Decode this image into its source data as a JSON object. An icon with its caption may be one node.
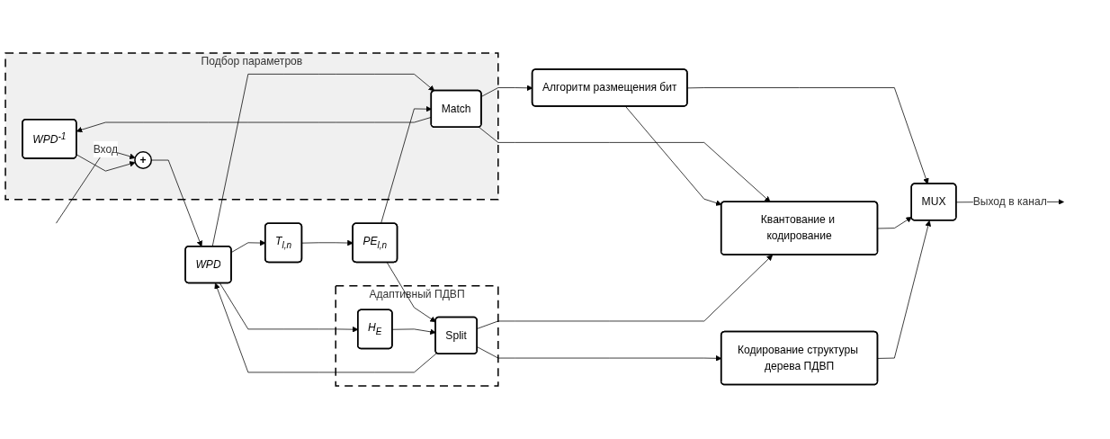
{
  "diagram": {
    "nodes": [
      {
        "text": [
          "Подбор параметров"
        ]
      },
      {
        "text": [
          "Адаптивный ПДВП"
        ]
      },
      {
        "text": [
          "WPD$^{-1}$"
        ],
        "in": 0
      },
      {
        "text": [
          "+"
        ],
        "in": 0
      },
      {
        "text": [
          "WPD"
        ]
      },
      {
        "text": [
          "Match"
        ],
        "in": 0
      },
      {
        "text": [
          "T$_{l,n}$"
        ]
      },
      {
        "text": [
          "H$_{E}$"
        ],
        "in": 1
      },
      {
        "text": [
          "PE$_{l,n}$"
        ]
      },
      {
        "text": [
          "Split"
        ],
        "in": 1
      },
      {
        "text": [
          "Квантование и кодирование"
        ]
      },
      {
        "text": [
          "Алгоритм размещения бит"
        ]
      },
      {
        "text": [
          "MUX"
        ]
      },
      {
        "text": [
          "Кодирование структуры дерева ПДВП"
        ]
      }
    ],
    "edges": [
      {
        "from": null,
        "to": 3,
        "arrow": "to",
        "label": "Вход"
      },
      {
        "from": 2,
        "to": 3,
        "arrow": "to"
      },
      {
        "from": 3,
        "to": 4,
        "arrow": "to"
      },
      {
        "from": 5,
        "to": 2,
        "arrow": "to"
      },
      {
        "from": 4,
        "to": 5,
        "arrow": "to"
      },
      {
        "from": 4,
        "to": 6,
        "arrow": "to"
      },
      {
        "from": 4,
        "to": 7,
        "arrow": "to"
      },
      {
        "from": 9,
        "to": 4,
        "arrow": "to"
      },
      {
        "from": 6,
        "to": 8,
        "arrow": "to"
      },
      {
        "from": 8,
        "to": 9,
        "arrow": "to"
      },
      {
        "from": 8,
        "to": 5,
        "arrow": "to"
      },
      {
        "from": 7,
        "to": 9,
        "arrow": "to"
      },
      {
        "from": 5,
        "to": 10,
        "arrow": "to"
      },
      {
        "from": 5,
        "to": 11,
        "arrow": "to"
      },
      {
        "from": 11,
        "to": 10,
        "arrow": "to"
      },
      {
        "from": 11,
        "to": 12,
        "arrow": "to"
      },
      {
        "from": 10,
        "to": 12,
        "arrow": "to"
      },
      {
        "from": 9,
        "to": 13,
        "arrow": "to"
      },
      {
        "from": 9,
        "to": 10,
        "arrow": "to"
      },
      {
        "from": 13,
        "to": 12,
        "arrow": "to"
      },
      {
        "from": 12,
        "to": null,
        "arrow": "to",
        "label": "Выход в канал"
      }
    ]
  }
}
